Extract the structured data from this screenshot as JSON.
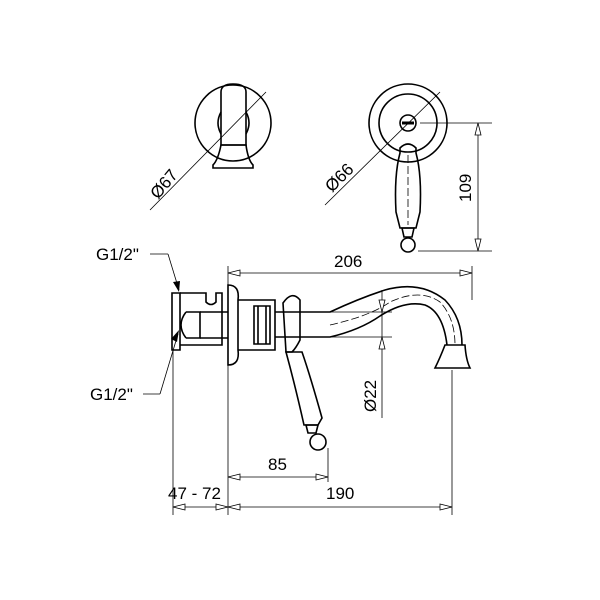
{
  "drawing": {
    "top_view_left": {
      "diameter_label": "Ø67"
    },
    "top_view_right": {
      "diameter_label": "Ø66",
      "height_label": "109"
    },
    "side_view": {
      "connection_top_label": "G1/2\"",
      "connection_bottom_label": "G1/2\"",
      "overall_length_label": "206",
      "pipe_diameter_label": "Ø22",
      "handle_offset_label": "85",
      "wall_depth_label": "47 - 72",
      "spout_reach_label": "190"
    }
  }
}
